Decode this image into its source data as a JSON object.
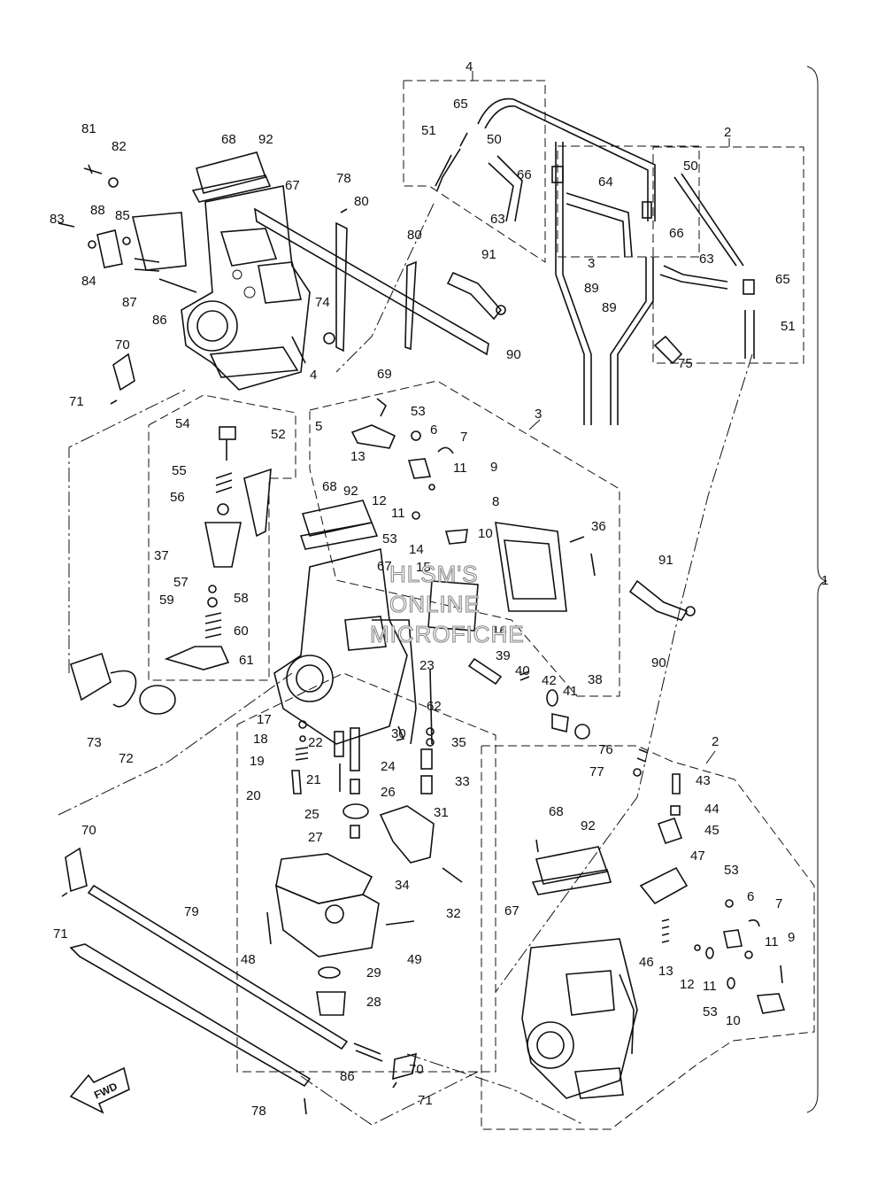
{
  "watermark": {
    "line1": "HLSM'S",
    "line2": "ONLINE",
    "line3": "MICROFICHE"
  },
  "fwd_label": "FWD",
  "callouts": [
    {
      "id": "c81",
      "text": "81"
    },
    {
      "id": "c82",
      "text": "82"
    },
    {
      "id": "c68a",
      "text": "68"
    },
    {
      "id": "c92a",
      "text": "92"
    },
    {
      "id": "c67a",
      "text": "67"
    },
    {
      "id": "c83",
      "text": "83"
    },
    {
      "id": "c88",
      "text": "88"
    },
    {
      "id": "c85",
      "text": "85"
    },
    {
      "id": "c84",
      "text": "84"
    },
    {
      "id": "c87",
      "text": "87"
    },
    {
      "id": "c86a",
      "text": "86"
    },
    {
      "id": "c70a",
      "text": "70"
    },
    {
      "id": "c71a",
      "text": "71"
    },
    {
      "id": "c78a",
      "text": "78"
    },
    {
      "id": "c80a",
      "text": "80"
    },
    {
      "id": "c80b",
      "text": "80"
    },
    {
      "id": "c74",
      "text": "74"
    },
    {
      "id": "c4a",
      "text": "4"
    },
    {
      "id": "c4b",
      "text": "4"
    },
    {
      "id": "c65a",
      "text": "65"
    },
    {
      "id": "c51a",
      "text": "51"
    },
    {
      "id": "c50a",
      "text": "50"
    },
    {
      "id": "c63a",
      "text": "63"
    },
    {
      "id": "c66a",
      "text": "66"
    },
    {
      "id": "c64",
      "text": "64"
    },
    {
      "id": "c66b",
      "text": "66"
    },
    {
      "id": "c3a",
      "text": "3"
    },
    {
      "id": "c91a",
      "text": "91"
    },
    {
      "id": "c89a",
      "text": "89"
    },
    {
      "id": "c89b",
      "text": "89"
    },
    {
      "id": "c90a",
      "text": "90"
    },
    {
      "id": "c75",
      "text": "75"
    },
    {
      "id": "c2a",
      "text": "2"
    },
    {
      "id": "c50b",
      "text": "50"
    },
    {
      "id": "c63b",
      "text": "63"
    },
    {
      "id": "c65b",
      "text": "65"
    },
    {
      "id": "c51b",
      "text": "51"
    },
    {
      "id": "c1",
      "text": "1"
    },
    {
      "id": "c69",
      "text": "69"
    },
    {
      "id": "c3b",
      "text": "3"
    },
    {
      "id": "c54",
      "text": "54"
    },
    {
      "id": "c52",
      "text": "52"
    },
    {
      "id": "c5",
      "text": "5"
    },
    {
      "id": "c53a",
      "text": "53"
    },
    {
      "id": "c6a",
      "text": "6"
    },
    {
      "id": "c7a",
      "text": "7"
    },
    {
      "id": "c13a",
      "text": "13"
    },
    {
      "id": "c11a",
      "text": "11"
    },
    {
      "id": "c9a",
      "text": "9"
    },
    {
      "id": "c55",
      "text": "55"
    },
    {
      "id": "c68b",
      "text": "68"
    },
    {
      "id": "c92b",
      "text": "92"
    },
    {
      "id": "c12a",
      "text": "12"
    },
    {
      "id": "c11b",
      "text": "11"
    },
    {
      "id": "c56",
      "text": "56"
    },
    {
      "id": "c8",
      "text": "8"
    },
    {
      "id": "c53b",
      "text": "53"
    },
    {
      "id": "c10a",
      "text": "10"
    },
    {
      "id": "c37",
      "text": "37"
    },
    {
      "id": "c14",
      "text": "14"
    },
    {
      "id": "c36",
      "text": "36"
    },
    {
      "id": "c67b",
      "text": "67"
    },
    {
      "id": "c15",
      "text": "15"
    },
    {
      "id": "c91b",
      "text": "91"
    },
    {
      "id": "c57",
      "text": "57"
    },
    {
      "id": "c58",
      "text": "58"
    },
    {
      "id": "c59",
      "text": "59"
    },
    {
      "id": "c16",
      "text": "16"
    },
    {
      "id": "c60",
      "text": "60"
    },
    {
      "id": "c61",
      "text": "61"
    },
    {
      "id": "c90b",
      "text": "90"
    },
    {
      "id": "c39",
      "text": "39"
    },
    {
      "id": "c23",
      "text": "23"
    },
    {
      "id": "c40",
      "text": "40"
    },
    {
      "id": "c42",
      "text": "42"
    },
    {
      "id": "c41",
      "text": "41"
    },
    {
      "id": "c38",
      "text": "38"
    },
    {
      "id": "c62",
      "text": "62"
    },
    {
      "id": "c17",
      "text": "17"
    },
    {
      "id": "c30",
      "text": "30"
    },
    {
      "id": "c35",
      "text": "35"
    },
    {
      "id": "c18",
      "text": "18"
    },
    {
      "id": "c22",
      "text": "22"
    },
    {
      "id": "c73",
      "text": "73"
    },
    {
      "id": "c72",
      "text": "72"
    },
    {
      "id": "c19",
      "text": "19"
    },
    {
      "id": "c24",
      "text": "24"
    },
    {
      "id": "c21",
      "text": "21"
    },
    {
      "id": "c33",
      "text": "33"
    },
    {
      "id": "c20",
      "text": "20"
    },
    {
      "id": "c26",
      "text": "26"
    },
    {
      "id": "c25",
      "text": "25"
    },
    {
      "id": "c31",
      "text": "31"
    },
    {
      "id": "c27",
      "text": "27"
    },
    {
      "id": "c76",
      "text": "76"
    },
    {
      "id": "c2b",
      "text": "2"
    },
    {
      "id": "c77",
      "text": "77"
    },
    {
      "id": "c43",
      "text": "43"
    },
    {
      "id": "c44",
      "text": "44"
    },
    {
      "id": "c45",
      "text": "45"
    },
    {
      "id": "c70b",
      "text": "70"
    },
    {
      "id": "c68c",
      "text": "68"
    },
    {
      "id": "c92c",
      "text": "92"
    },
    {
      "id": "c47",
      "text": "47"
    },
    {
      "id": "c53c",
      "text": "53"
    },
    {
      "id": "c34",
      "text": "34"
    },
    {
      "id": "c6b",
      "text": "6"
    },
    {
      "id": "c7b",
      "text": "7"
    },
    {
      "id": "c32",
      "text": "32"
    },
    {
      "id": "c67c",
      "text": "67"
    },
    {
      "id": "c71b",
      "text": "71"
    },
    {
      "id": "c79",
      "text": "79"
    },
    {
      "id": "c48",
      "text": "48"
    },
    {
      "id": "c49",
      "text": "49"
    },
    {
      "id": "c46",
      "text": "46"
    },
    {
      "id": "c13b",
      "text": "13"
    },
    {
      "id": "c11c",
      "text": "11"
    },
    {
      "id": "c9b",
      "text": "9"
    },
    {
      "id": "c29",
      "text": "29"
    },
    {
      "id": "c12b",
      "text": "12"
    },
    {
      "id": "c11d",
      "text": "11"
    },
    {
      "id": "c28",
      "text": "28"
    },
    {
      "id": "c53d",
      "text": "53"
    },
    {
      "id": "c10b",
      "text": "10"
    },
    {
      "id": "c86b",
      "text": "86"
    },
    {
      "id": "c70c",
      "text": "70"
    },
    {
      "id": "c71c",
      "text": "71"
    },
    {
      "id": "c78b",
      "text": "78"
    }
  ]
}
